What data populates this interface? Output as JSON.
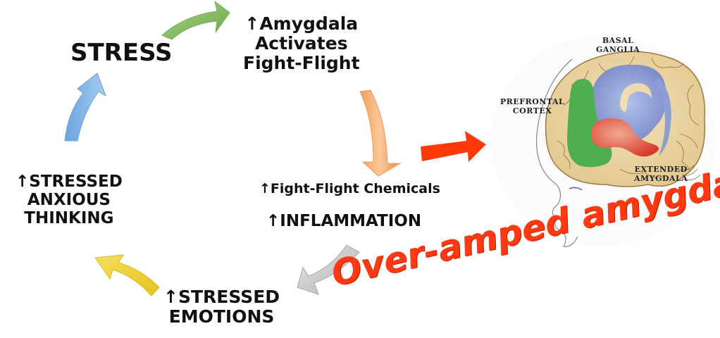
{
  "diagram": {
    "cycle_nodes": [
      {
        "id": "stress",
        "lines": [
          "STRESS"
        ]
      },
      {
        "id": "amygdala",
        "lines": [
          "↑Amygdala",
          "Activates",
          "Fight-Flight"
        ]
      },
      {
        "id": "chemicals",
        "lines": [
          "↑Fight-Flight Chemicals"
        ]
      },
      {
        "id": "inflammation",
        "lines": [
          "↑INFLAMMATION"
        ]
      },
      {
        "id": "emotions",
        "lines": [
          "↑STRESSED",
          "EMOTIONS"
        ]
      },
      {
        "id": "thinking",
        "lines": [
          "↑STRESSED",
          "ANXIOUS",
          "THINKING"
        ]
      }
    ],
    "arrows": [
      {
        "from": "stress",
        "to": "amygdala",
        "color": "#8cc063"
      },
      {
        "from": "amygdala",
        "to": "chemicals",
        "color": "#f4a86a"
      },
      {
        "from": "inflammation",
        "to": "emotions",
        "color": "#c9c9c9"
      },
      {
        "from": "emotions",
        "to": "thinking",
        "color": "#f2d233"
      },
      {
        "from": "thinking",
        "to": "stress",
        "color": "#7fb2e5"
      },
      {
        "from": "cycle",
        "to": "brain",
        "color": "#ff3a0a"
      }
    ],
    "brain": {
      "labels": {
        "basal_ganglia": [
          "BASAL",
          "GANGLIA"
        ],
        "prefrontal_cortex": [
          "PREFRONTAL",
          "CORTEX"
        ],
        "extended_amygdala": [
          "EXTENDED",
          "AMYGDALA"
        ]
      },
      "region_colors": {
        "brain": "#ecd6a6",
        "basal_ganglia": "#8c9ed4",
        "prefrontal_cortex": "#4fae4f",
        "extended_amygdala": "#e0523c"
      }
    },
    "caption": "Over-amped amygdala",
    "caption_color": "#ff3a12"
  }
}
